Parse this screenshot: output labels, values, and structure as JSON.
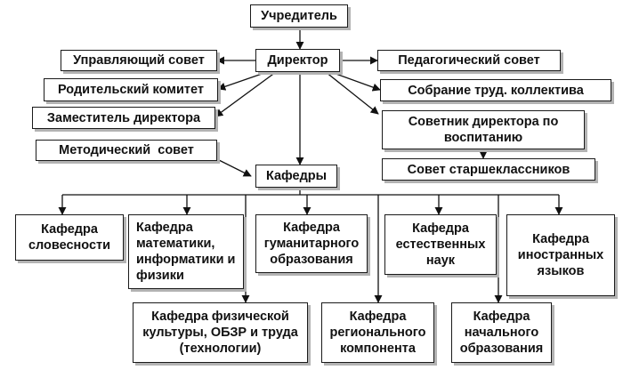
{
  "org_chart": {
    "founder": "Учредитель",
    "director": "Директор",
    "management_council": "Управляющий совет",
    "pedagogical_council": "Педагогический совет",
    "parent_committee": "Родительский комитет",
    "labor_collective_meeting": "Собрание труд. коллектива",
    "deputy_director": "Заместитель директора",
    "upbringing_advisor": "Советник директора по воспитанию",
    "methodical_council": "Методический  совет",
    "senior_students_council": "Совет старшеклассников",
    "departments": "Кафедры",
    "dept_philology": "Кафедра словесности",
    "dept_math": "Кафедра математики, информатики и физики",
    "dept_humanities": "Кафедра гуманитарного образования",
    "dept_science": "Кафедра естественных наук",
    "dept_languages": "Кафедра иностранных языков",
    "dept_pe": "Кафедра физической культуры, ОБЗР и труда (технологии)",
    "dept_regional": "Кафедра регионального компонента",
    "dept_primary": "Кафедра начального образования"
  }
}
